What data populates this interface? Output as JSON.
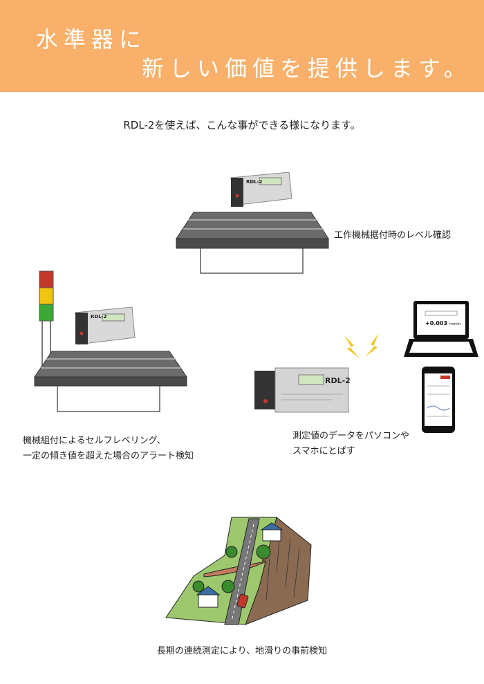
{
  "header": {
    "title_line1": "水準器に",
    "title_line2": "新しい価値を提供します。",
    "background_color": "#f8b06a"
  },
  "intro": "RDL-2を使えば、こんな事ができる様になります。",
  "device": {
    "label": "RDL-2"
  },
  "scenes": [
    {
      "caption_lines": [
        "工作機械据付時のレベル確認"
      ]
    },
    {
      "caption_lines": [
        "機械組付によるセルフレベリング、",
        "一定の傾き値を超えた場合のアラート検知"
      ],
      "signal_tower_colors": [
        "#c0392b",
        "#f1c40f",
        "#3aa935"
      ]
    },
    {
      "caption_lines": [
        "測定値のデータをパソコンや",
        "スマホにとばす"
      ],
      "laptop_reading": "+0.003",
      "laptop_unit": "mm/m"
    },
    {
      "caption_lines": [
        "長期の連続測定により、地滑りの事前検知"
      ]
    }
  ]
}
